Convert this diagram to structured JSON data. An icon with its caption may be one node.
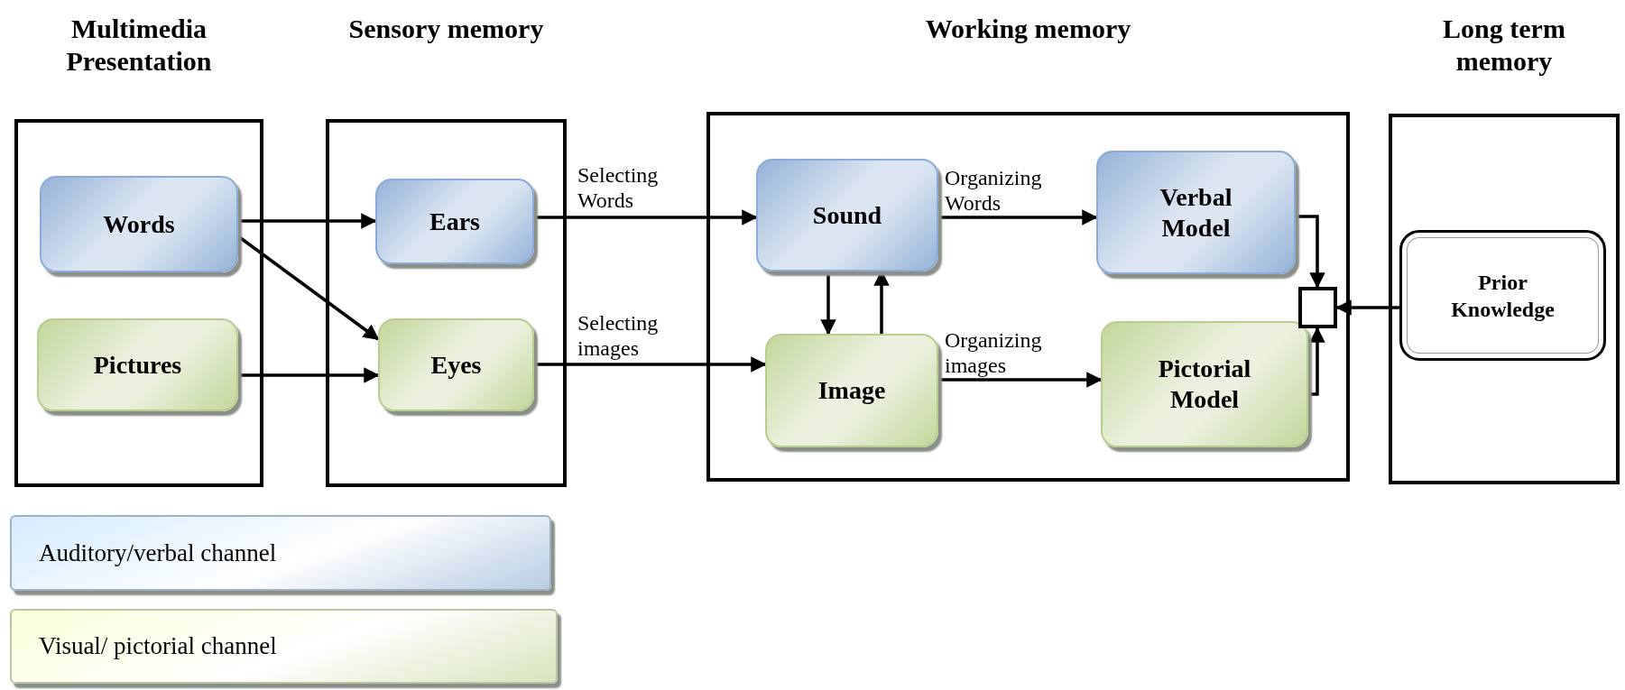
{
  "diagram": {
    "nodes": [
      {
        "text": [
          "Multimedia Presentation"
        ]
      },
      {
        "text": [
          "Words"
        ],
        "in": 0
      },
      {
        "text": [
          "Pictures"
        ],
        "in": 0
      },
      {
        "text": [
          "Sensory memory"
        ]
      },
      {
        "text": [
          "Ears"
        ],
        "in": 3
      },
      {
        "text": [
          "Eyes"
        ],
        "in": 3
      },
      {
        "text": [
          "Working memory"
        ]
      },
      {
        "text": [
          "Sound"
        ],
        "in": 6
      },
      {
        "text": [
          "Image"
        ],
        "in": 6
      },
      {
        "text": [
          "Verbal Model"
        ],
        "in": 6
      },
      {
        "text": [
          "Pictorial Model"
        ],
        "in": 6
      },
      {
        "text": [],
        "shape": "box",
        "in": 6
      },
      {
        "text": [
          "Long term memory"
        ]
      },
      {
        "text": [
          "Prior Knowledge"
        ],
        "in": 12
      }
    ],
    "edges": [
      {
        "from": 1,
        "to": 4,
        "arrow": "to"
      },
      {
        "from": 1,
        "to": 5,
        "arrow": "to"
      },
      {
        "from": 2,
        "to": 5,
        "arrow": "to"
      },
      {
        "from": 4,
        "to": 7,
        "arrow": "to",
        "label": "Selecting Words"
      },
      {
        "from": 5,
        "to": 8,
        "arrow": "to",
        "label": "Selecting images"
      },
      {
        "from": 7,
        "to": 8,
        "arrow": "to"
      },
      {
        "from": 8,
        "to": 7,
        "arrow": "to"
      },
      {
        "from": 7,
        "to": 9,
        "arrow": "to",
        "label": "Organizing Words"
      },
      {
        "from": 8,
        "to": 10,
        "arrow": "to",
        "label": "Organizing images"
      },
      {
        "from": 9,
        "to": 11,
        "arrow": "to"
      },
      {
        "from": 10,
        "to": 11,
        "arrow": "to"
      },
      {
        "from": 13,
        "to": 11,
        "arrow": "to"
      }
    ],
    "legend": [
      {
        "text": "Auditory/verbal channel",
        "color": "#b8cce4"
      },
      {
        "text": "Visual/ pictorial channel",
        "color": "#d7e4bc"
      }
    ]
  }
}
